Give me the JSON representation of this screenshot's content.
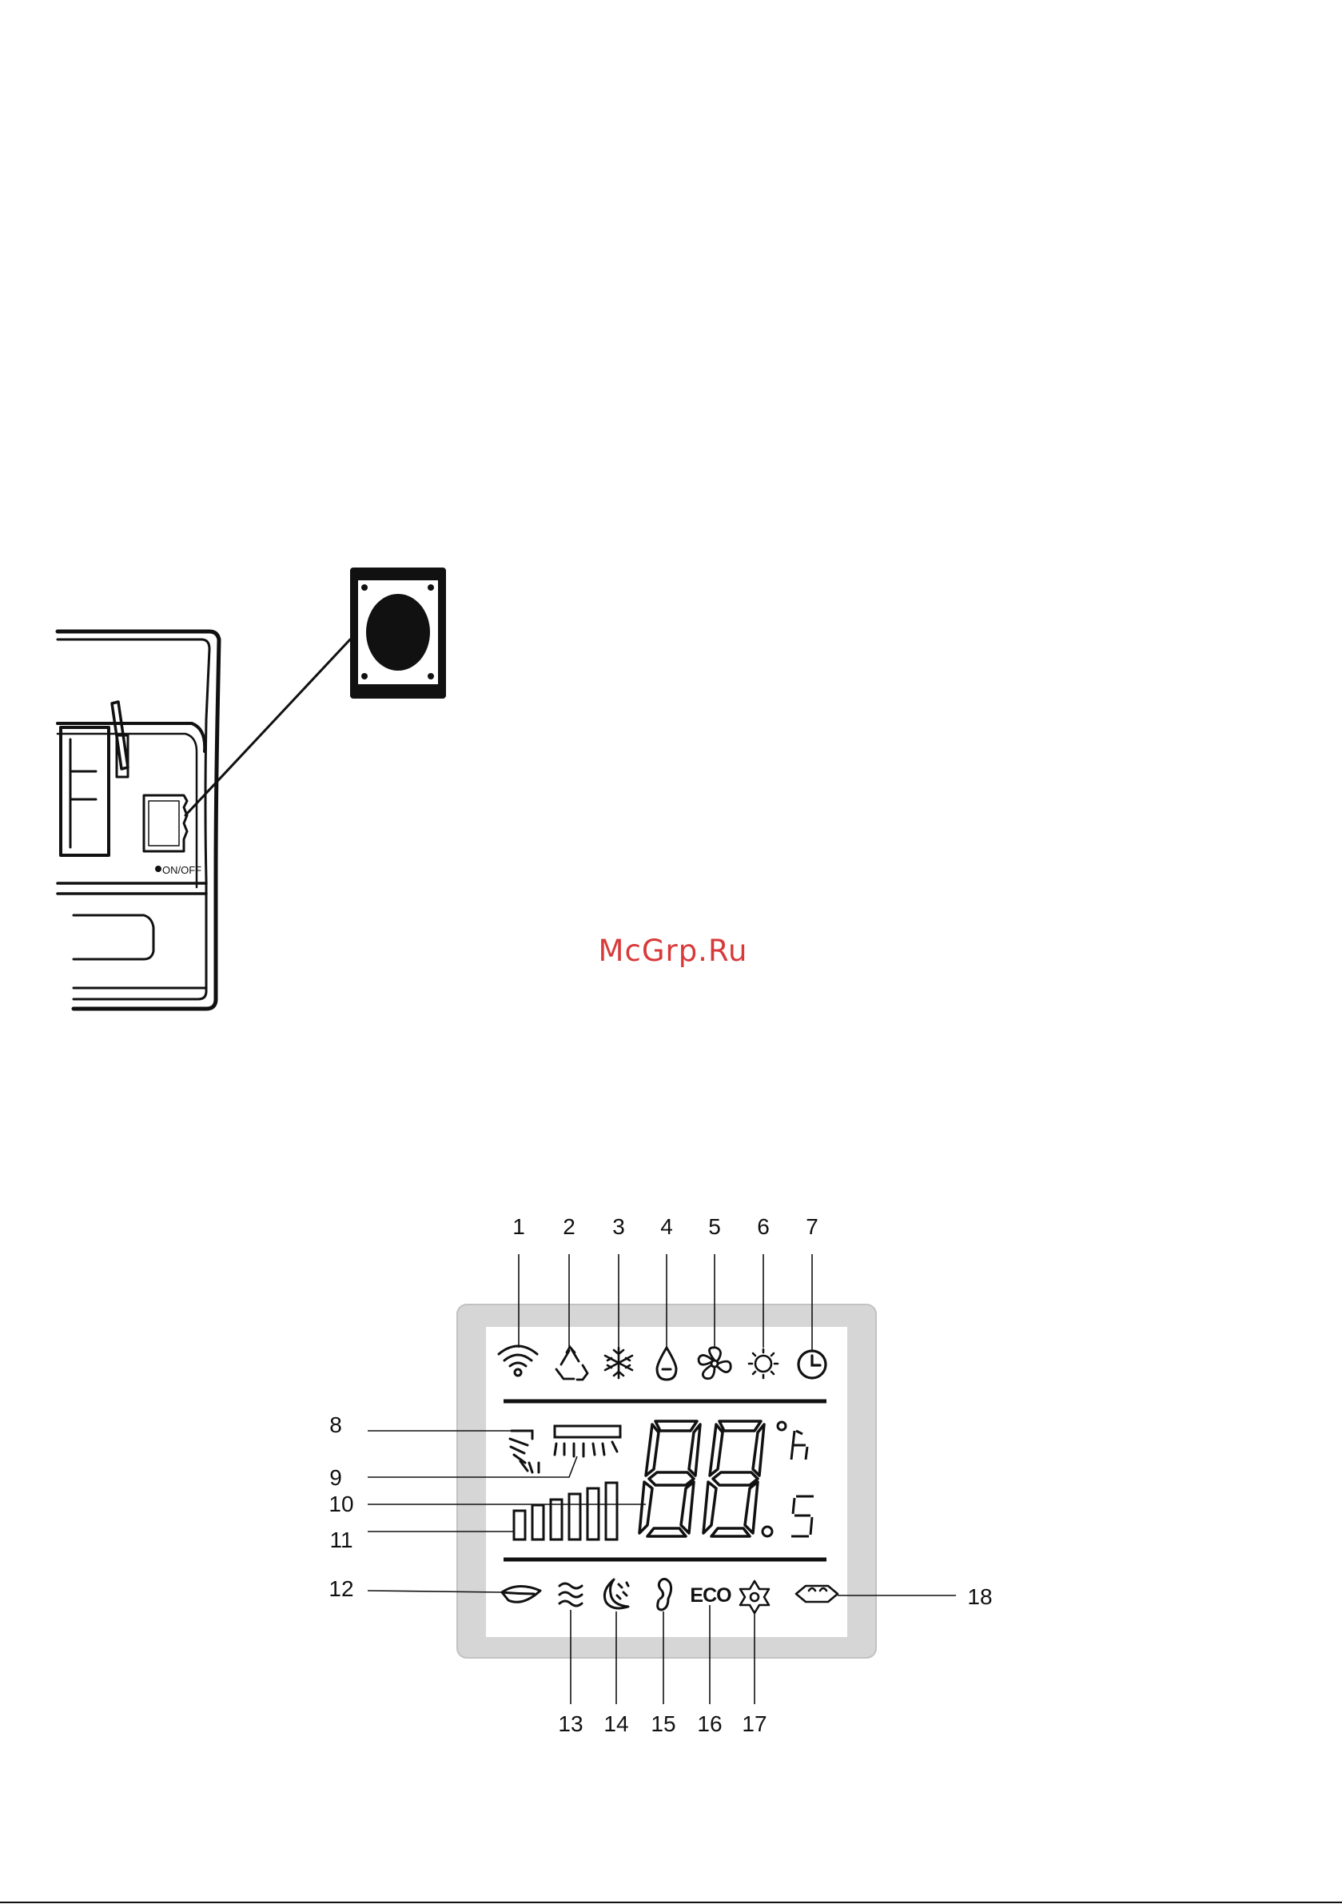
{
  "watermark": "McGrp.Ru",
  "unit_illustration": {
    "onoff_label": "ON/OFF"
  },
  "lcd_panel": {
    "digits": "88",
    "decimal_digit": "5",
    "hour_symbol": "h",
    "eco_label": "ECO"
  },
  "callouts": {
    "c1": "1",
    "c2": "2",
    "c3": "3",
    "c4": "4",
    "c5": "5",
    "c6": "6",
    "c7": "7",
    "c8": "8",
    "c9": "9",
    "c10": "10",
    "c11": "11",
    "c12": "12",
    "c13": "13",
    "c14": "14",
    "c15": "15",
    "c16": "16",
    "c17": "17",
    "c18": "18"
  },
  "icons": {
    "1": "wifi-icon",
    "2": "recycle-icon",
    "3": "snowflake-cool-icon",
    "4": "drop-dry-icon",
    "5": "fan-icon",
    "6": "sun-heat-icon",
    "7": "clock-timer-icon",
    "8": "vertical-swing-icon",
    "9": "horizontal-swing-icon",
    "10": "temperature-digits",
    "11": "fan-speed-bars",
    "12": "leaf-icon",
    "13": "waves-icon",
    "14": "sleep-moon-icon",
    "15": "ear-quiet-icon",
    "16": "eco-label",
    "17": "self-clean-icon",
    "18": "turbo-icon"
  }
}
